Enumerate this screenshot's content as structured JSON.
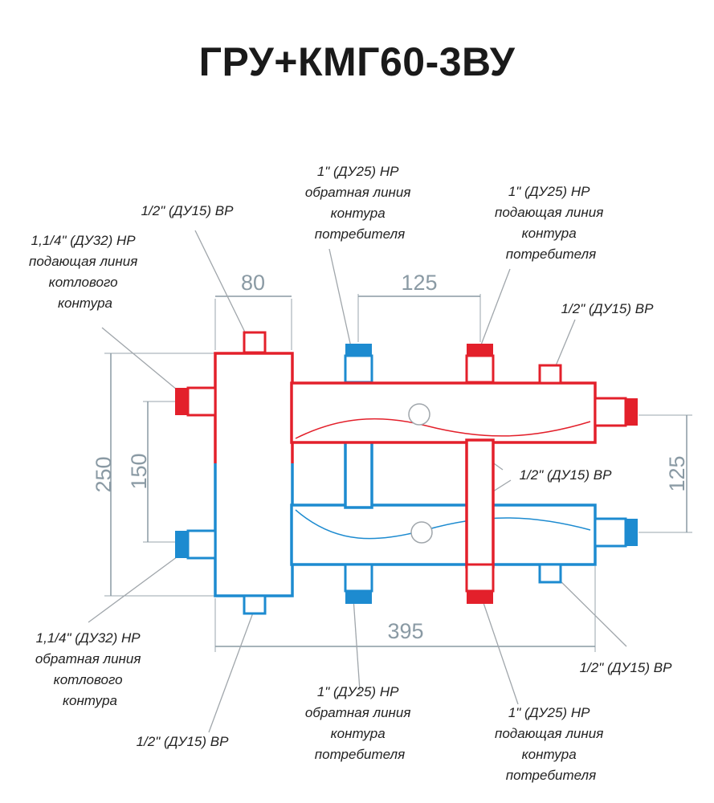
{
  "title": "ГРУ+КМГ60-3ВУ",
  "colors": {
    "hot": "#e3202b",
    "cold": "#1d8bd0",
    "dimension": "#8a9aa4"
  },
  "dimensions": {
    "width_80": "80",
    "spacing_125_top": "125",
    "height_250": "250",
    "height_150": "150",
    "height_125_right": "125",
    "length_395": "395"
  },
  "labels": {
    "top_vent_left": [
      "1/2\" (ДУ15) ВР"
    ],
    "boiler_supply": [
      "1,1/4\" (ДУ32) НР",
      "подающая линия",
      "котлового",
      "контура"
    ],
    "consumer_return_top": [
      "1\" (ДУ25) НР",
      "обратная линия",
      "контура",
      "потребителя"
    ],
    "consumer_supply_top": [
      "1\" (ДУ25) НР",
      "подающая линия",
      "контура",
      "потребителя"
    ],
    "top_port_right": [
      "1/2\" (ДУ15) ВР"
    ],
    "middle_port": [
      "1/2\" (ДУ15) ВР"
    ],
    "boiler_return": [
      "1,1/4\" (ДУ32) НР",
      "обратная линия",
      "котлового",
      "контура"
    ],
    "bottom_drain_left": [
      "1/2\" (ДУ15) ВР"
    ],
    "consumer_return_bottom": [
      "1\" (ДУ25) НР",
      "обратная линия",
      "контура",
      "потребителя"
    ],
    "consumer_supply_bottom": [
      "1\" (ДУ25) НР",
      "подающая линия",
      "контура",
      "потребителя"
    ],
    "bottom_port_right": [
      "1/2\" (ДУ15) ВР"
    ]
  }
}
